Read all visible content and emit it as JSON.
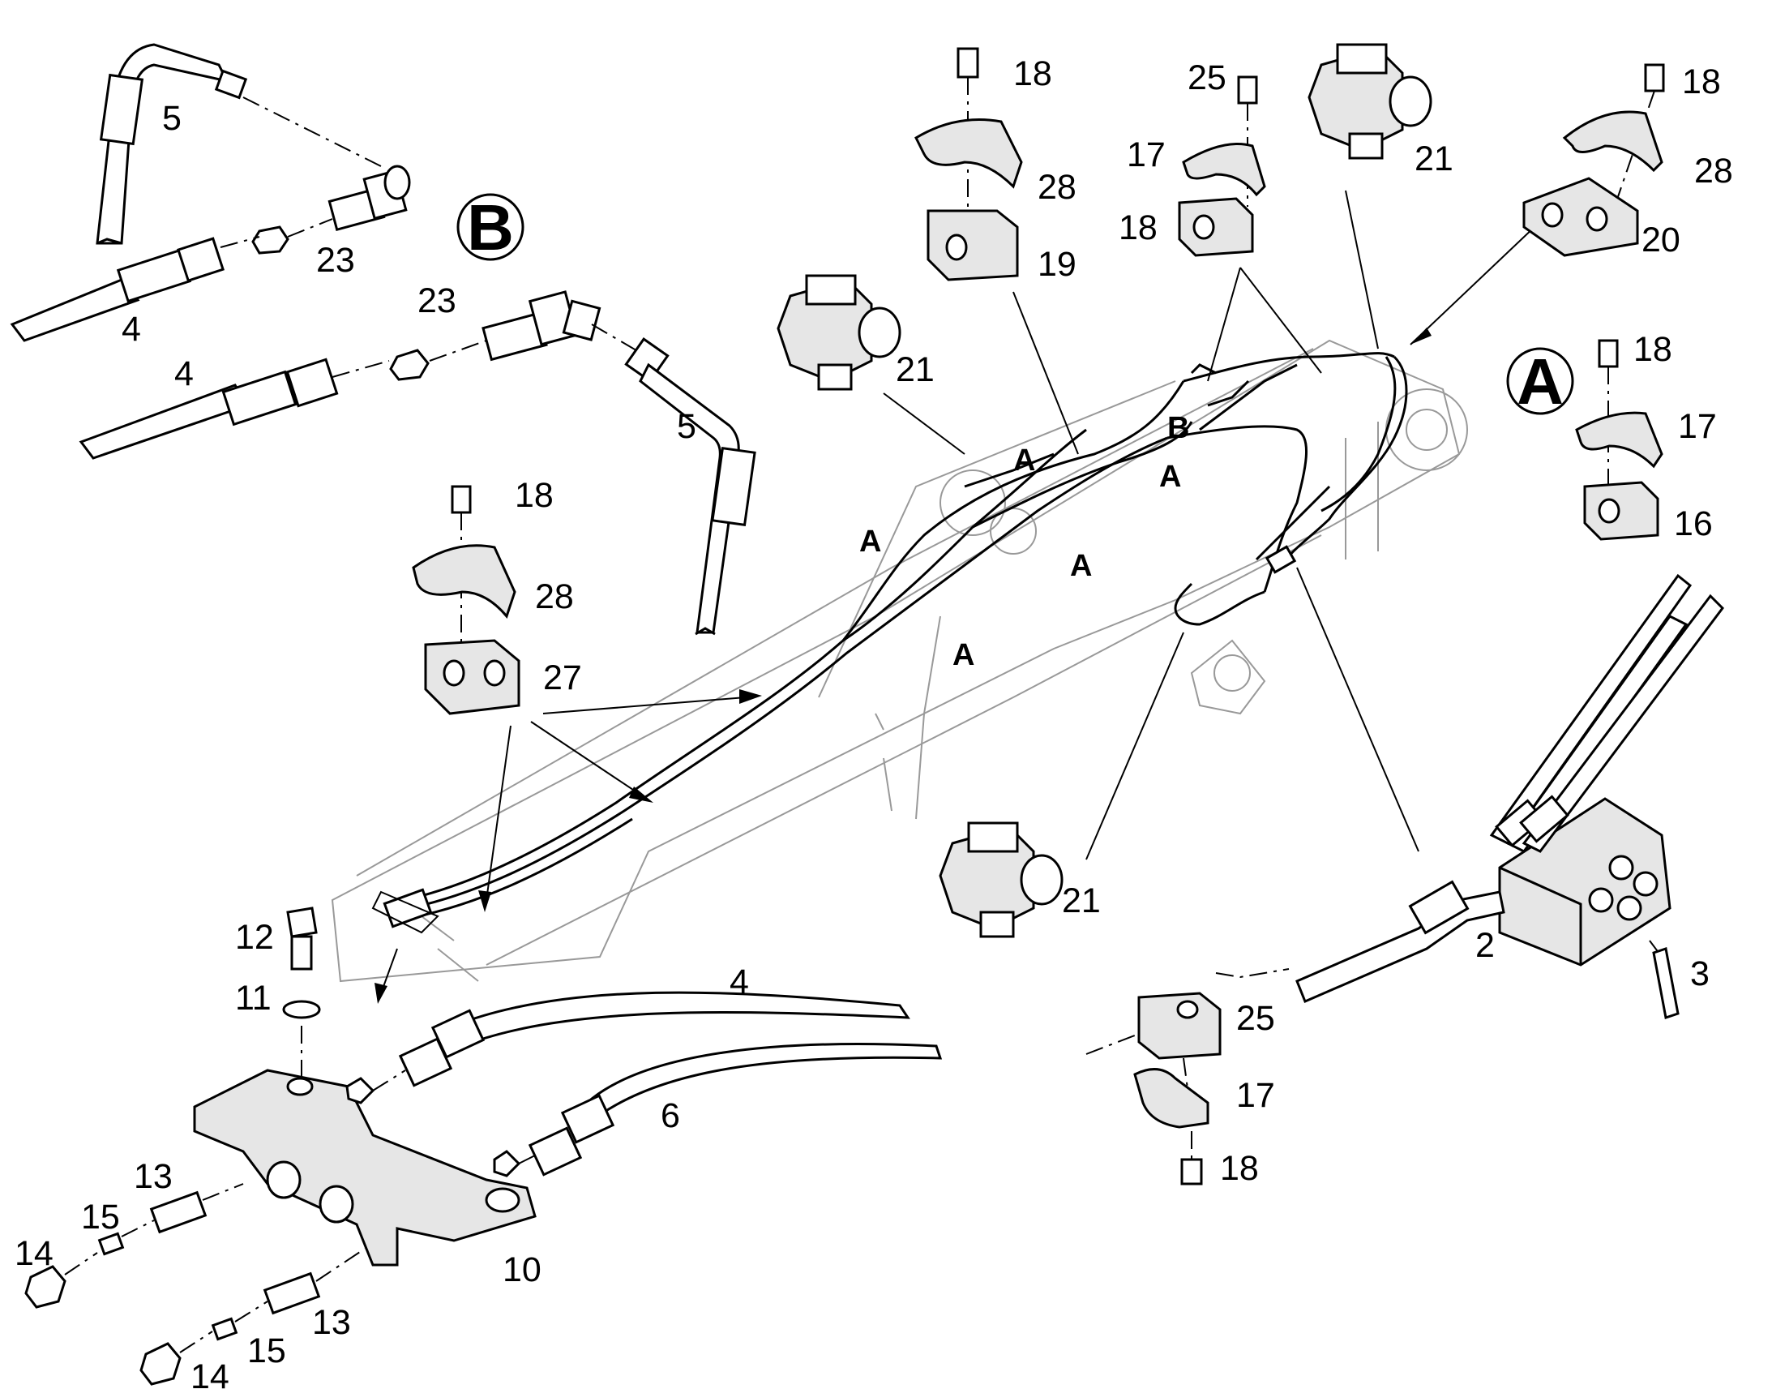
{
  "detail_markers": {
    "a": "A",
    "b": "B"
  },
  "position_markers": {
    "a": "A",
    "b": "B"
  },
  "callouts": {
    "p2": "2",
    "p3": "3",
    "p4": "4",
    "p5": "5",
    "p6": "6",
    "p10": "10",
    "p11": "11",
    "p12": "12",
    "p13": "13",
    "p14": "14",
    "p15": "15",
    "p16": "16",
    "p17": "17",
    "p18": "18",
    "p19": "19",
    "p20": "20",
    "p21": "21",
    "p23": "23",
    "p25": "25",
    "p27": "27",
    "p28": "28"
  },
  "colors": {
    "ink": "#000000",
    "boom_outline": "#999999",
    "part_shade": "#e6e6e6",
    "background": "#ffffff"
  }
}
